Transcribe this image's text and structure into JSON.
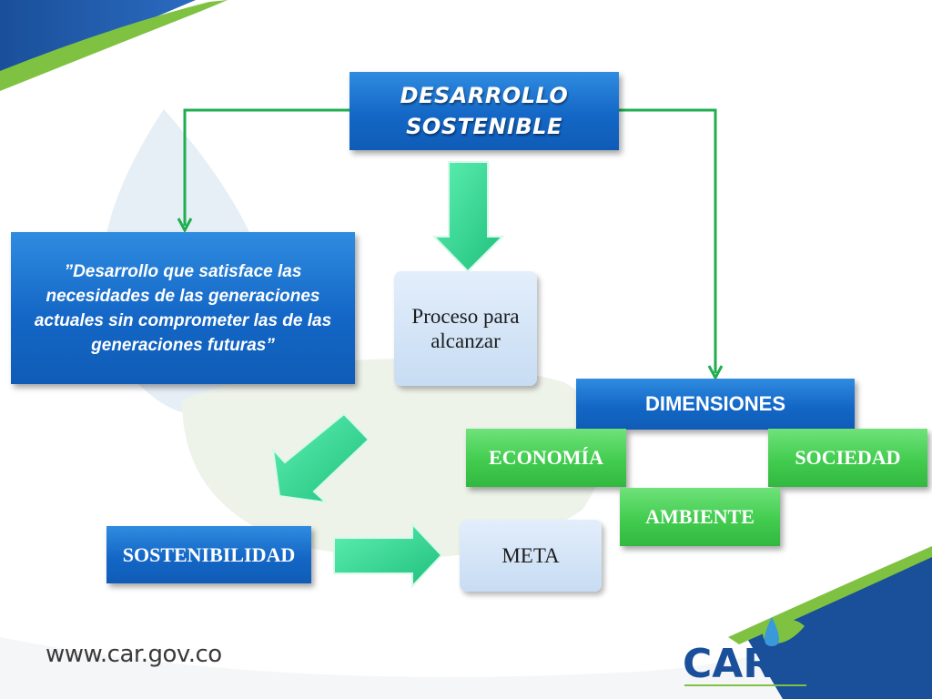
{
  "diagram": {
    "title": "DESARROLLO SOSTENIBLE",
    "definition": "”Desarrollo que satisface las necesidades de las generaciones actuales sin comprometer las de las generaciones futuras”",
    "process": "Proceso para alcanzar",
    "dimensions": {
      "heading": "DIMENSIONES",
      "items": [
        "ECONOMÍA",
        "SOCIEDAD",
        "AMBIENTE"
      ]
    },
    "sustainability": "SOSTENIBILIDAD",
    "goal": "META"
  },
  "footer": {
    "url": "www.car.gov.co",
    "logo_text": "CAR"
  },
  "colors": {
    "blue_box": "#1467c6",
    "green_box": "#42cc4f",
    "light_box": "#c7dcf3",
    "arrow_green": "#2fd08f",
    "connector_line": "#1fae4f"
  }
}
